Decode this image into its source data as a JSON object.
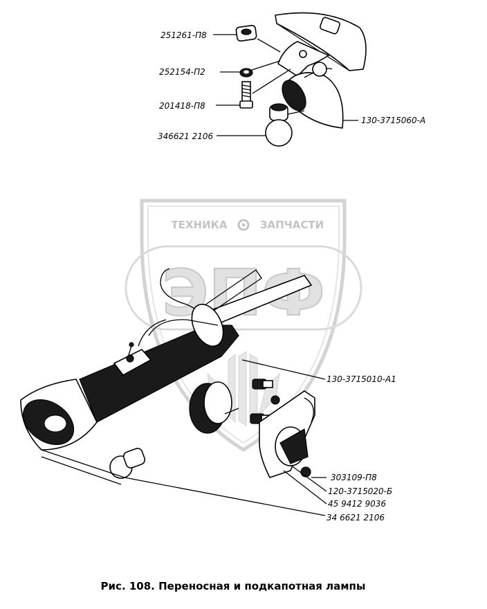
{
  "watermark": {
    "top_text": "ТЕХНИКА",
    "top_text_right": "ЗАПЧАСТИ",
    "big_letters": "ЭПФ",
    "color": "#c8c8c8"
  },
  "callouts_top": [
    {
      "id": "c1",
      "text": "251261-П8"
    },
    {
      "id": "c2",
      "text": "252154-П2"
    },
    {
      "id": "c3",
      "text": "201418-П8"
    },
    {
      "id": "c4",
      "text": "346621 2106"
    },
    {
      "id": "c5",
      "text": "130-3715060-А"
    }
  ],
  "callouts_bottom": [
    {
      "id": "c6",
      "text": "130-3715010-А1"
    },
    {
      "id": "c7",
      "text": "303109-П8"
    },
    {
      "id": "c8",
      "text": "120-3715020-Б"
    },
    {
      "id": "c9",
      "text": "45 9412 9036"
    },
    {
      "id": "c10",
      "text": "34 6621 2106"
    }
  ],
  "caption": "Рис. 108. Переносная и подкапотная лампы"
}
